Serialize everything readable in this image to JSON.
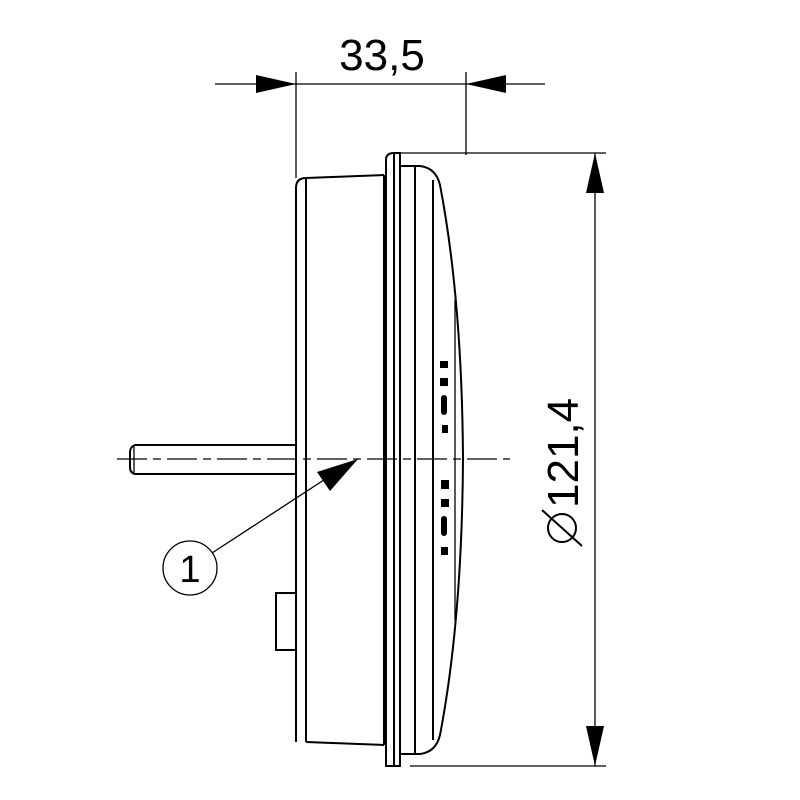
{
  "dimensions": {
    "depth": "33,5",
    "diameter": "121,4",
    "diameter_symbol": "diameter-symbol"
  },
  "callouts": [
    {
      "label": "1"
    }
  ],
  "colors": {
    "line": "#000000",
    "background": "#ffffff"
  }
}
